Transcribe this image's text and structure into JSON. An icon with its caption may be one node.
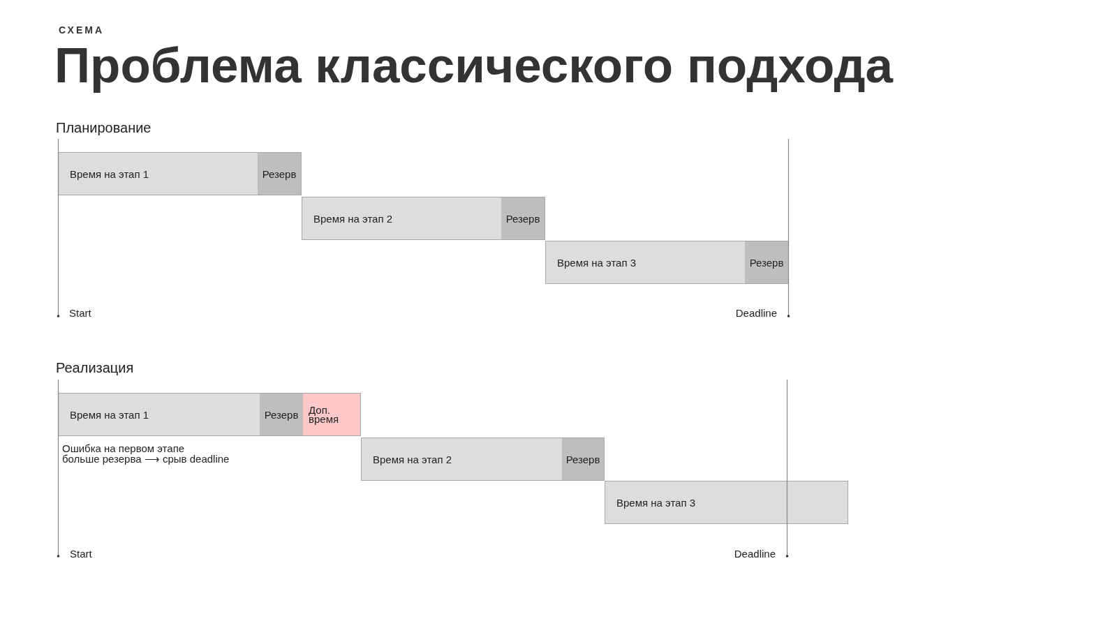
{
  "diagram": {
    "title": "Проблема классического подхода",
    "nodes": [
      {
        "text": [
          "Время на этап 1"
        ]
      },
      {
        "text": [
          "Резерв"
        ]
      },
      {
        "text": [
          "Время на этап 2"
        ]
      },
      {
        "text": [
          "Резерв"
        ]
      },
      {
        "text": [
          "Время на этап 3"
        ]
      },
      {
        "text": [
          "Резерв"
        ]
      },
      {
        "text": [
          "Время на этап 1"
        ]
      },
      {
        "text": [
          "Резерв"
        ]
      },
      {
        "text": [
          "Доп. время"
        ]
      },
      {
        "text": [
          "Время на этап 2"
        ]
      },
      {
        "text": [
          "Резерв"
        ]
      },
      {
        "text": [
          "Время на этап 3"
        ]
      }
    ],
    "labels": [
      "СХЕМА",
      "Планирование",
      "Start",
      "Deadline",
      "Реализация",
      "Ошибка на первом этапе больше резерва ⟶ срыв deadline",
      "Start",
      "Deadline"
    ]
  }
}
